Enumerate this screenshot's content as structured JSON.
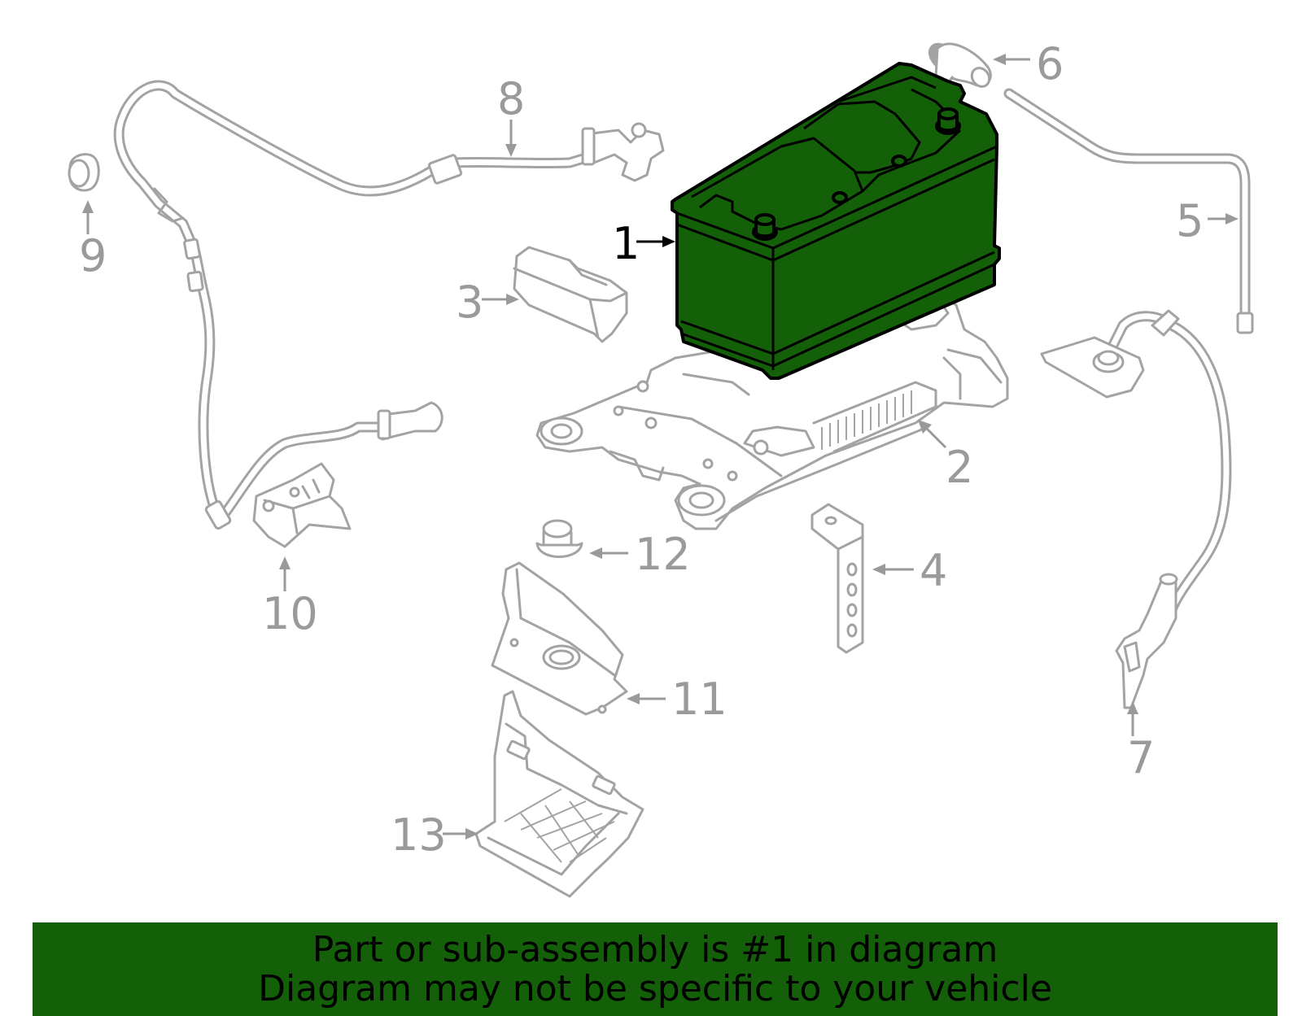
{
  "diagram": {
    "highlight_color": "#136008",
    "highlighted_part": "1",
    "callouts": [
      "1",
      "2",
      "3",
      "4",
      "5",
      "6",
      "7",
      "8",
      "9",
      "10",
      "11",
      "12",
      "13"
    ]
  },
  "banner": {
    "background": "#136008",
    "line1": "Part or sub-assembly is #1 in diagram",
    "line2": "Diagram may not be specific to your vehicle"
  }
}
